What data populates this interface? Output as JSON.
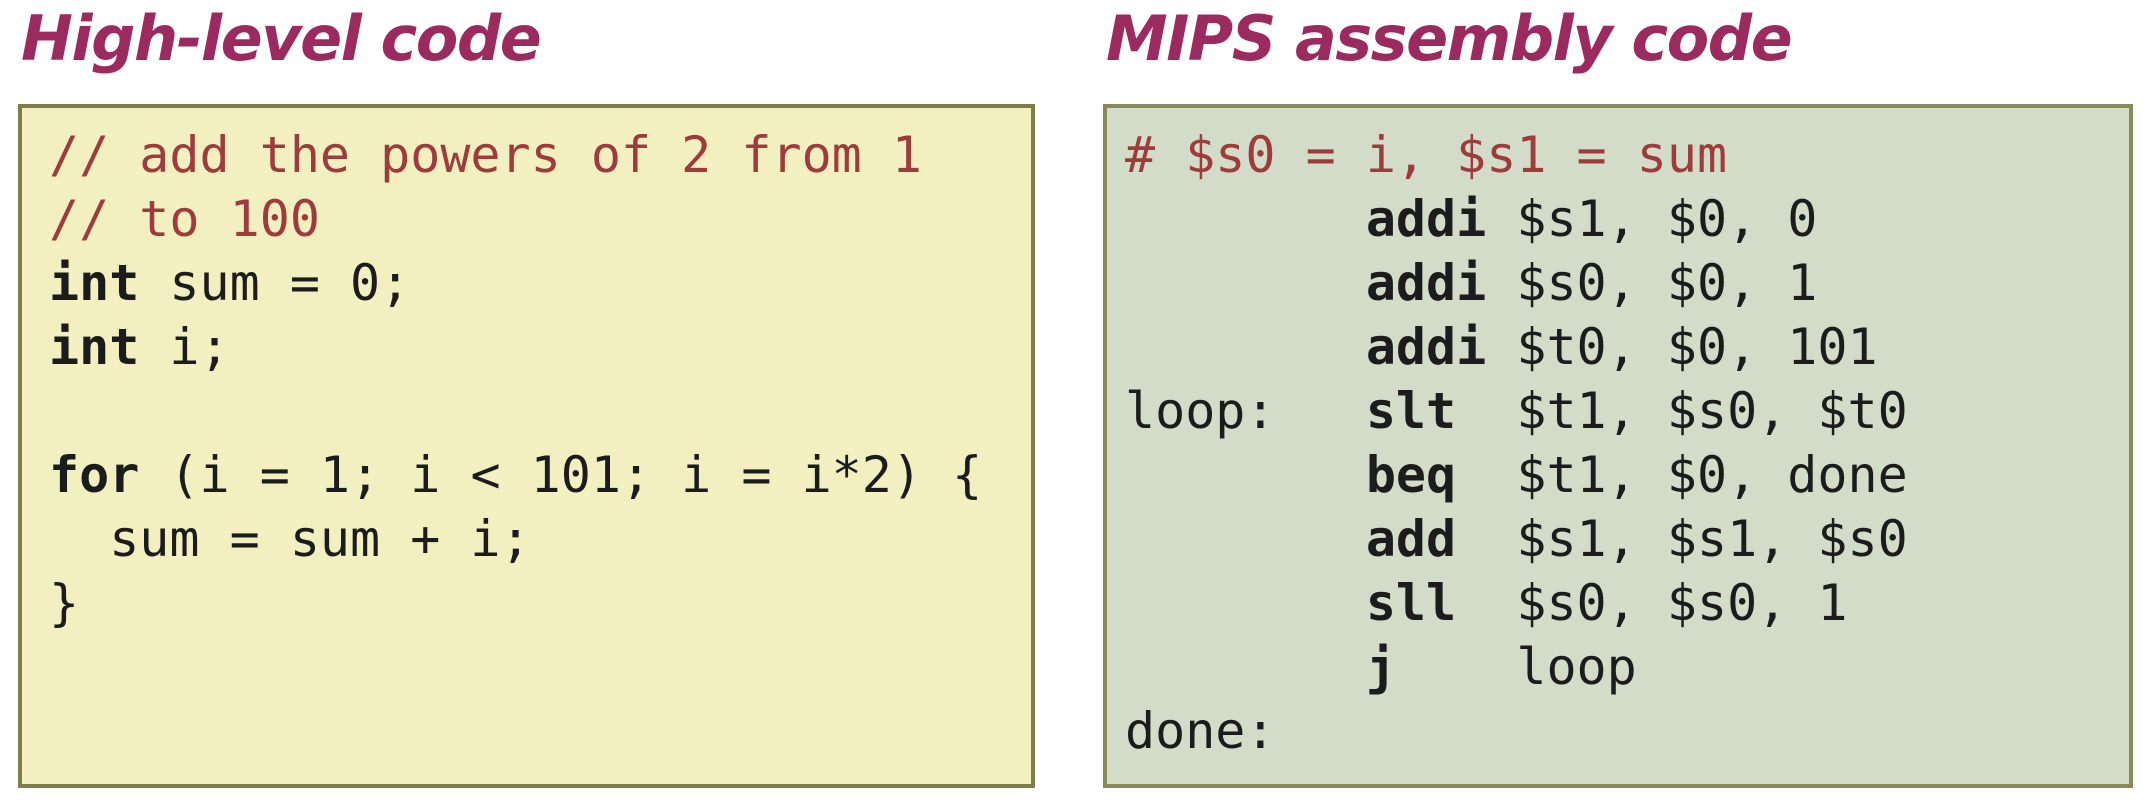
{
  "left": {
    "title": "High-level code",
    "code_lines": [
      [
        {
          "s": "cm",
          "t": "// add the powers of 2 from 1"
        }
      ],
      [
        {
          "s": "cm",
          "t": "// to 100"
        }
      ],
      [
        {
          "s": "kw",
          "t": "int"
        },
        {
          "s": "pl",
          "t": " sum = 0;"
        }
      ],
      [
        {
          "s": "kw",
          "t": "int"
        },
        {
          "s": "pl",
          "t": " i;"
        }
      ],
      [],
      [
        {
          "s": "kw",
          "t": "for"
        },
        {
          "s": "pl",
          "t": " (i = 1; i < 101; i = i*2) {"
        }
      ],
      [
        {
          "s": "pl",
          "t": "  sum = sum + i;"
        }
      ],
      [
        {
          "s": "pl",
          "t": "}"
        }
      ]
    ]
  },
  "right": {
    "title": "MIPS assembly code",
    "code_lines": [
      [
        {
          "s": "cm",
          "t": "# $s0 = i, $s1 = sum"
        }
      ],
      [
        {
          "s": "pl",
          "t": "        "
        },
        {
          "s": "kw",
          "t": "addi"
        },
        {
          "s": "pl",
          "t": " $s1, $0, 0"
        }
      ],
      [
        {
          "s": "pl",
          "t": "        "
        },
        {
          "s": "kw",
          "t": "addi"
        },
        {
          "s": "pl",
          "t": " $s0, $0, 1"
        }
      ],
      [
        {
          "s": "pl",
          "t": "        "
        },
        {
          "s": "kw",
          "t": "addi"
        },
        {
          "s": "pl",
          "t": " $t0, $0, 101"
        }
      ],
      [
        {
          "s": "pl",
          "t": "loop:   "
        },
        {
          "s": "kw",
          "t": "slt"
        },
        {
          "s": "pl",
          "t": "  $t1, $s0, $t0"
        }
      ],
      [
        {
          "s": "pl",
          "t": "        "
        },
        {
          "s": "kw",
          "t": "beq"
        },
        {
          "s": "pl",
          "t": "  $t1, $0, done"
        }
      ],
      [
        {
          "s": "pl",
          "t": "        "
        },
        {
          "s": "kw",
          "t": "add"
        },
        {
          "s": "pl",
          "t": "  $s1, $s1, $s0"
        }
      ],
      [
        {
          "s": "pl",
          "t": "        "
        },
        {
          "s": "kw",
          "t": "sll"
        },
        {
          "s": "pl",
          "t": "  $s0, $s0, 1"
        }
      ],
      [
        {
          "s": "pl",
          "t": "        "
        },
        {
          "s": "kw",
          "t": "j"
        },
        {
          "s": "pl",
          "t": "    loop"
        }
      ],
      [
        {
          "s": "pl",
          "t": "done:"
        }
      ]
    ]
  },
  "colors": {
    "title-color": "#9B2B5F",
    "code-color": "#1C1C1C",
    "comment-color": "#9E3C3B",
    "hll-bg": "#F2F0C1",
    "hll-border": "#7E7E4B",
    "asm-bg": "#D3DCC8",
    "asm-border": "#8A8A59"
  }
}
